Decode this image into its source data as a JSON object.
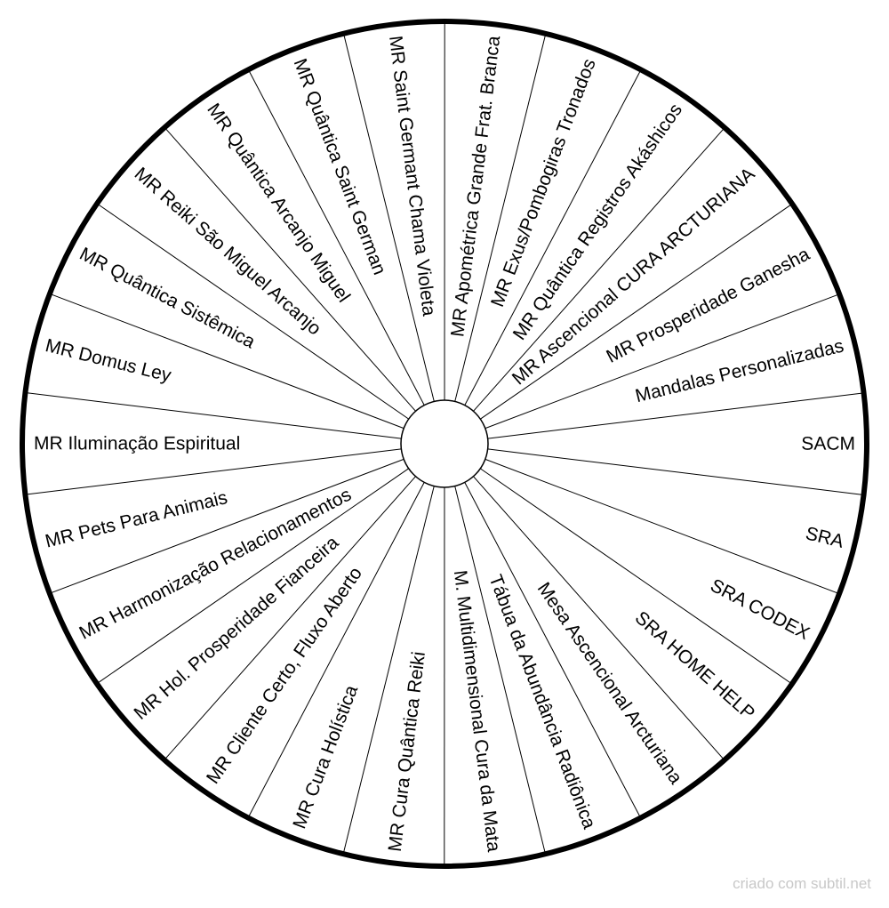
{
  "chart_data": {
    "type": "pie",
    "colors": {
      "outline": "#000000",
      "divider": "#000000",
      "text": "#000000",
      "background": "#ffffff",
      "credit": "#c8c8c8"
    },
    "sectors": [
      {
        "label": "MR Saint Germant Chama Violeta"
      },
      {
        "label": "MR Apométrica Grande Frat. Branca"
      },
      {
        "label": "MR Exus/Pombogiras Tronados"
      },
      {
        "label": "MR Quântica Registros Akáshicos"
      },
      {
        "label": "MR Ascencional CURA ARCTURIANA"
      },
      {
        "label": "MR Prosperidade Ganesha"
      },
      {
        "label": "Mandalas Personalizadas"
      },
      {
        "label": "SACM"
      },
      {
        "label": "SRA"
      },
      {
        "label": "SRA CODEX"
      },
      {
        "label": "SRA HOME HELP"
      },
      {
        "label": "Mesa Ascencional Arcturiana"
      },
      {
        "label": "Tábua da Abundância Radiônica"
      },
      {
        "label": "M. Multidimensional  Cura da Mata"
      },
      {
        "label": "MR Cura Quântica Reiki"
      },
      {
        "label": "MR Cura Holística"
      },
      {
        "label": "MR Cliente Certo, Fluxo Aberto"
      },
      {
        "label": "MR Hol. Prosperidade Fianceira"
      },
      {
        "label": "MR Harmonização Relacionamentos"
      },
      {
        "label": "MR Pets Para Animais"
      },
      {
        "label": "MR Iluminação Espiritual"
      },
      {
        "label": "MR Domus Ley"
      },
      {
        "label": "MR Quântica Sistêmica"
      },
      {
        "label": "MR Reiki São Miguel Arcanjo"
      },
      {
        "label": "MR Quântica Arcanjo Miguel"
      },
      {
        "label": "MR Quântica Saint German"
      }
    ]
  },
  "footer": {
    "credit": "criado com subtil.net"
  }
}
